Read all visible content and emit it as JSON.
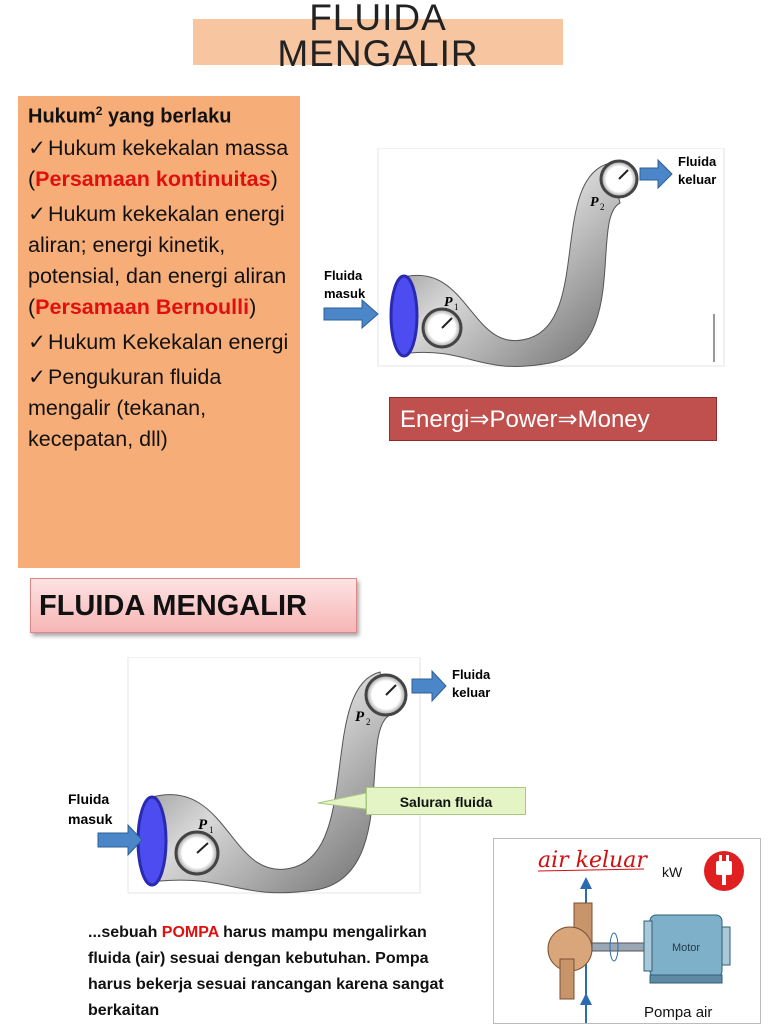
{
  "title": {
    "line1": "FLUIDA",
    "line2": "MENGALIR"
  },
  "laws": {
    "heading_main": "Hukum",
    "heading_sup": "2",
    "heading_rest": " yang berlaku",
    "check_symbol": "✓",
    "items": [
      {
        "pre": "Hukum kekekalan massa (",
        "red": "Persamaan kontinuitas",
        "post": ")"
      },
      {
        "pre": "Hukum kekekalan energi aliran; energi kinetik, potensial, dan energi aliran (",
        "red": "Persamaan Bernoulli",
        "post": ")"
      },
      {
        "pre": "Hukum Kekekalan energi",
        "red": "",
        "post": ""
      },
      {
        "pre": "Pengukuran fluida mengalir (tekanan, kecepatan, dll)",
        "red": "",
        "post": ""
      }
    ]
  },
  "figure1": {
    "inlet_label_1": "Fluida",
    "inlet_label_2": "masuk",
    "outlet_label_1": "Fluida",
    "outlet_label_2": "keluar",
    "p1_label": "P",
    "p1_sub": "1",
    "p2_label": "P",
    "p2_sub": "2"
  },
  "energy_chain": "Energi⇒Power⇒Money",
  "section_heading": "FLUIDA MENGALIR",
  "figure2": {
    "inlet_label_1": "Fluida",
    "inlet_label_2": "masuk",
    "outlet_label_1": "Fluida",
    "outlet_label_2": "keluar",
    "p1_label": "P",
    "p1_sub": "1",
    "p2_label": "P",
    "p2_sub": "2",
    "callout": "Saluran fluida"
  },
  "paragraph": {
    "pre": "...sebuah ",
    "red": "POMPA",
    "post": " harus mampu mengalirkan fluida (air) sesuai dengan kebutuhan. Pompa harus bekerja sesuai rancangan karena sangat berkaitan"
  },
  "pump": {
    "handwritten": "air keluar",
    "power_unit": "kW",
    "motor_label": "Motor",
    "caption": "Pompa air"
  },
  "colors": {
    "title_band": "#f7c59f",
    "laws_box": "#f7ad78",
    "highlight_red": "#e01010",
    "banner": "#c0504d",
    "pipe_inlet": "#4c4cf0",
    "arrow": "#4a86c8"
  }
}
